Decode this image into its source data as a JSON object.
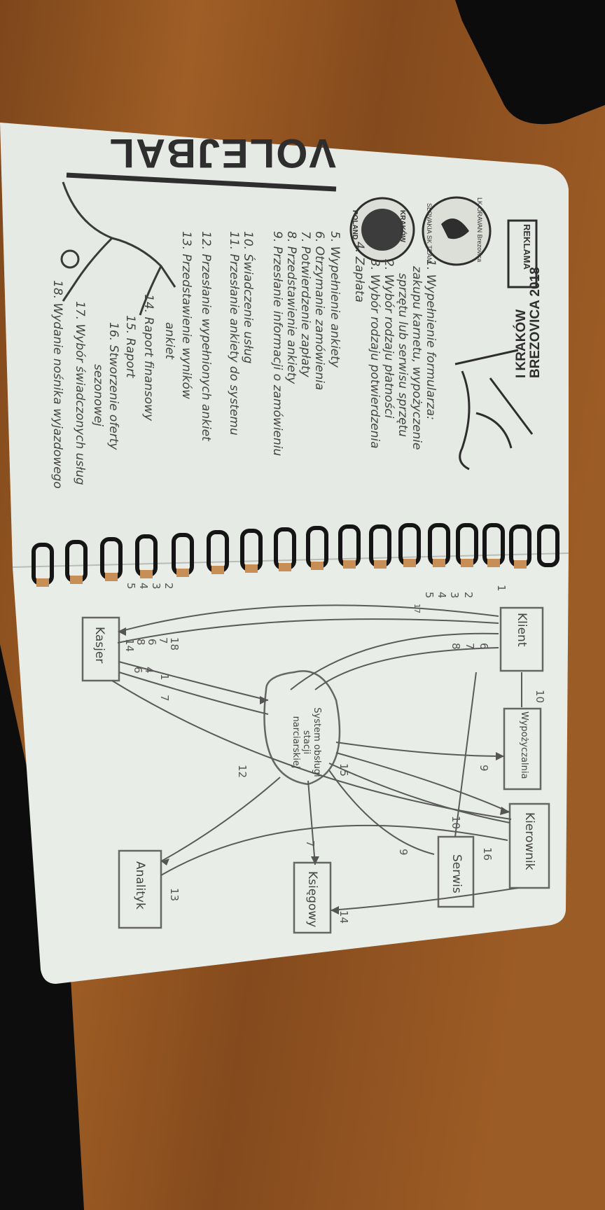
{
  "colors": {
    "table": "#9a5a22",
    "paper": "#e8ece6",
    "pencil": "#555555",
    "ink": "#2e2e2e",
    "coil": "#151515"
  },
  "left_page": {
    "title": "VOLEJBAL",
    "event": "I KRAKÓW BREZOVICA 2018",
    "logo_krakow": "KRAKÓW",
    "logo_poland": "POLAND",
    "logo_club": "LK ORAVAN Brezovica",
    "logo_slovakia": "SLOVAKIA SK TEAM",
    "logo_sponsor": "REKLAMA",
    "steps": [
      "1. Wypełnienie formularza:",
      "zakupu karnetu, wypożyczenie",
      "sprzętu lub serwisu sprzętu",
      "2. Wybór rodzaju płatności",
      "3. Wybór rodzaju potwierdzenia",
      "4. Zapłata",
      "5. Wypełnienie ankiety",
      "6. Otrzymanie zamówienia",
      "7. Potwierdzenie zapłaty",
      "8. Przedstawienie ankiety",
      "9. Przesłanie informacji o zamówieniu",
      "10. Świadczenie usług",
      "11. Przesłanie ankiety do systemu",
      "12. Przesłanie wypełnionych ankiet",
      "13. Przedstawienie wyników",
      "ankiet",
      "14. Raport finansowy",
      "15. Raport",
      "16. Stworzenie oferty",
      "sezonowej",
      "17. Wybór świadczonych usług",
      "18. Wydanie nośnika wyjazdowego"
    ]
  },
  "right_page": {
    "nodes": {
      "klient": "Klient",
      "wypozyczalnia": "Wypożyczalnia",
      "kierownik": "Kierownik",
      "serwis": "Serwis",
      "ksiegowy": "Księgowy",
      "analityk": "Analityk",
      "kasjer": "Kasjer",
      "system": "System obsługi stacji narciarskiej"
    },
    "numbers": [
      "1",
      "2",
      "3",
      "4",
      "5",
      "17",
      "6",
      "7",
      "8",
      "10",
      "9",
      "10",
      "16",
      "15",
      "9",
      "7",
      "12",
      "13",
      "14",
      "18",
      "7",
      "6",
      "8",
      "14",
      "4",
      "6",
      "1",
      "7",
      "2",
      "3",
      "4",
      "5"
    ]
  }
}
